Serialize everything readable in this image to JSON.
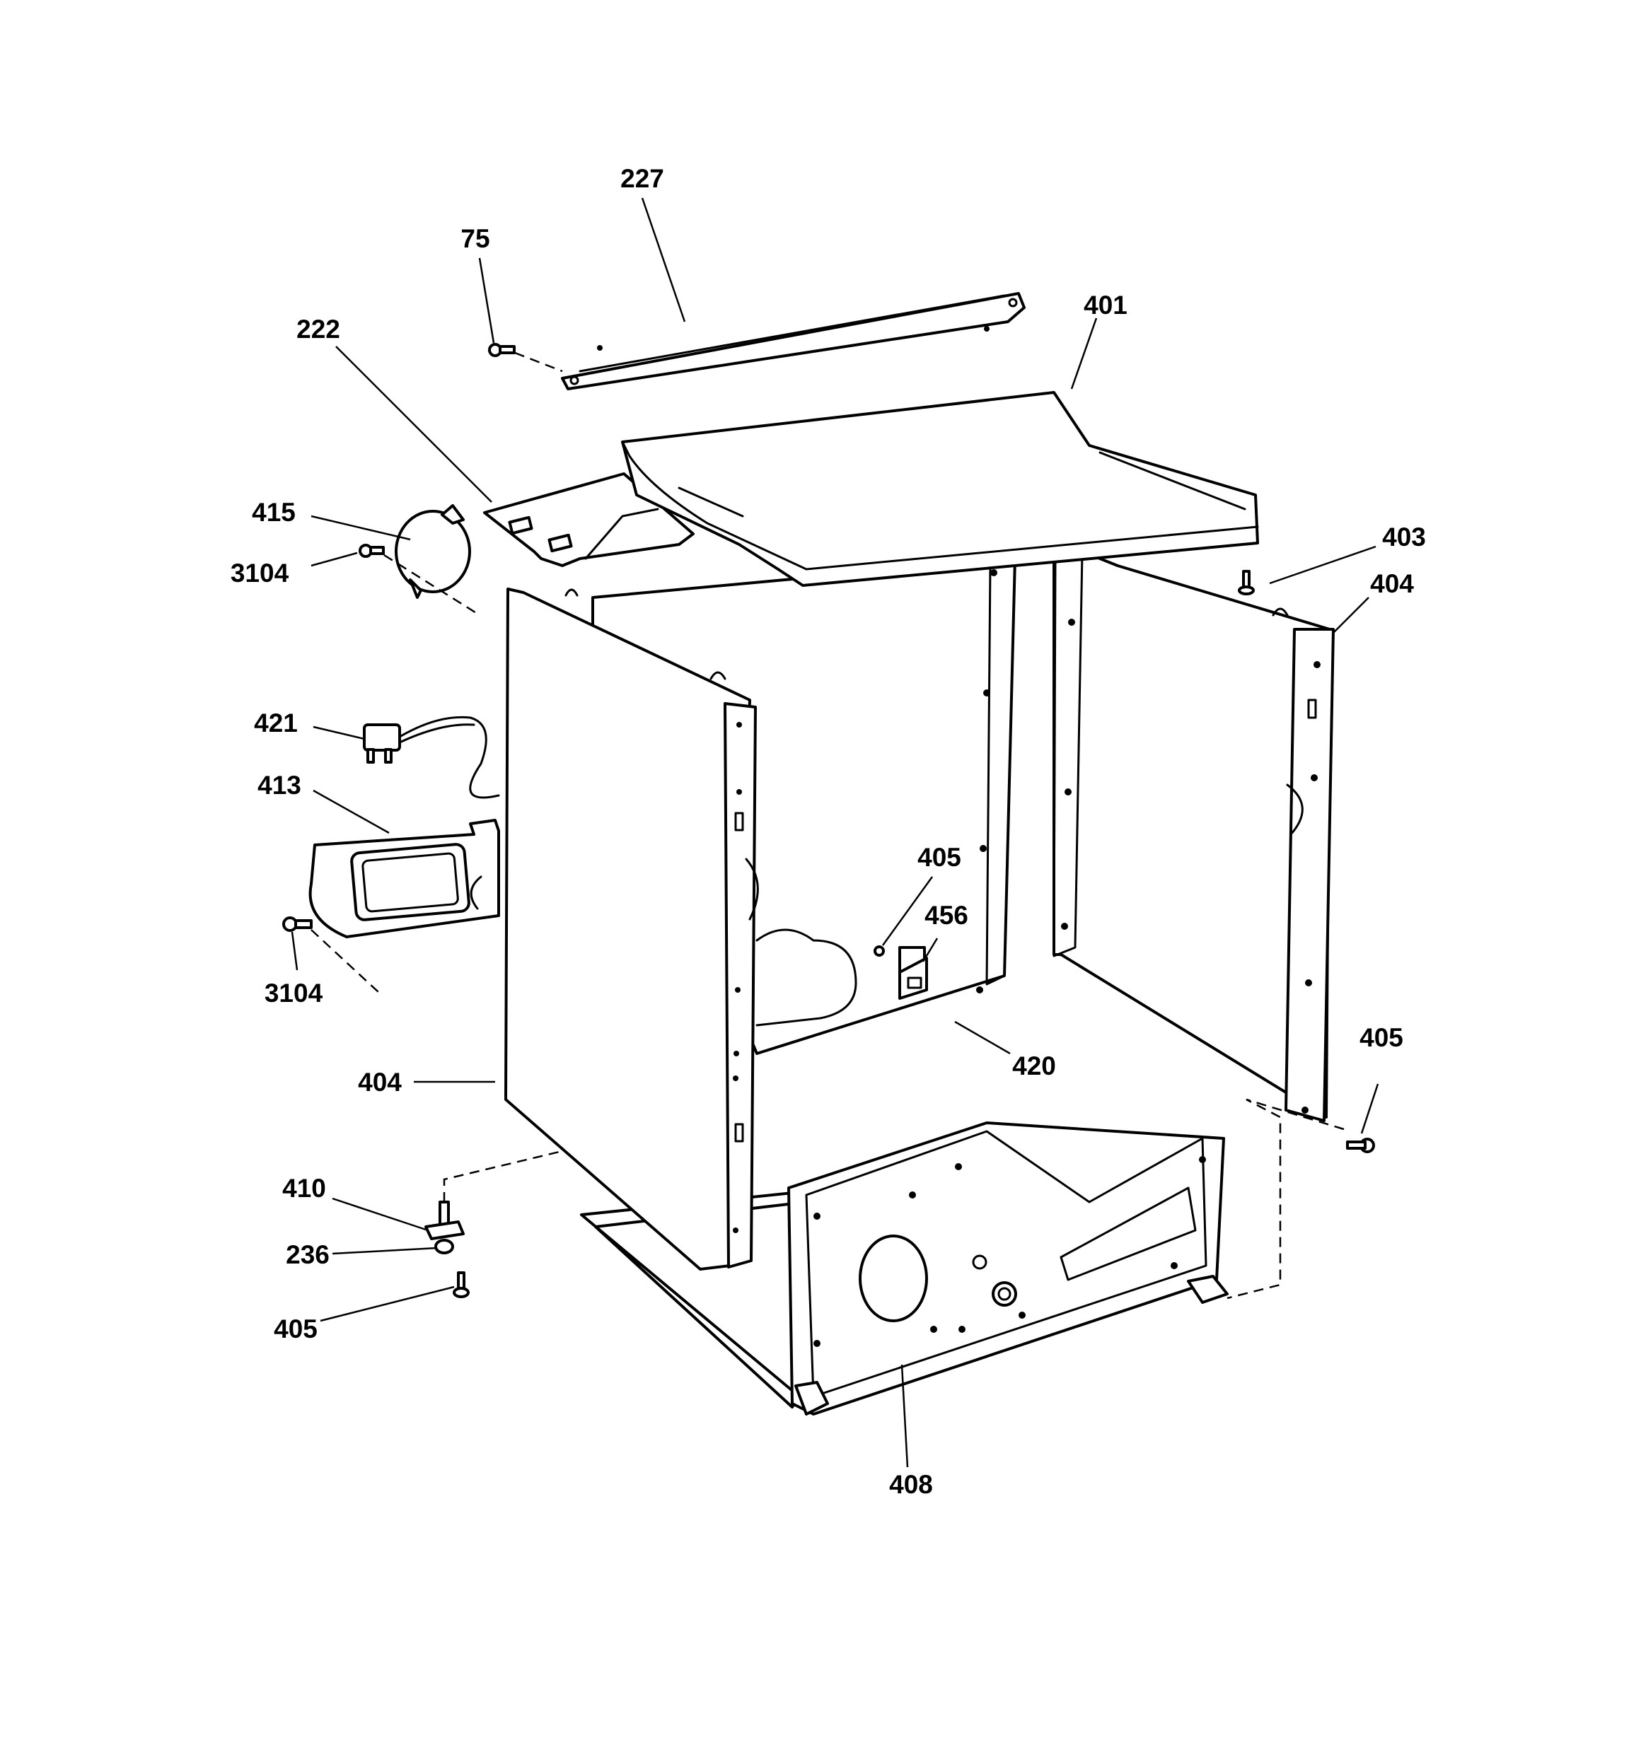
{
  "callouts": {
    "c227": "227",
    "c75": "75",
    "c401": "401",
    "c222": "222",
    "c415": "415",
    "c3104_top": "3104",
    "c403": "403",
    "c404_right": "404",
    "c421": "421",
    "c413": "413",
    "c405_center": "405",
    "c456": "456",
    "c3104_bottom": "3104",
    "c405_right": "405",
    "c420": "420",
    "c404_left": "404",
    "c410": "410",
    "c236": "236",
    "c405_bottom": "405",
    "c408": "408"
  },
  "colors": {
    "line": "#000000",
    "background": "#ffffff"
  }
}
